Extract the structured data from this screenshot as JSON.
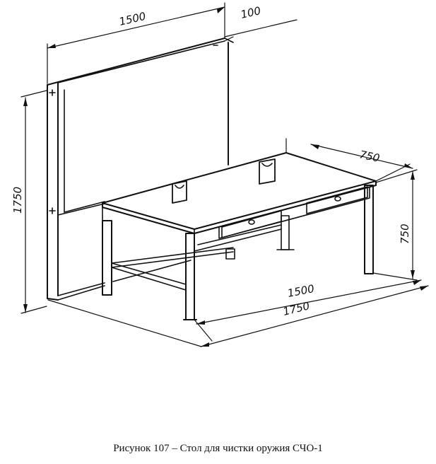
{
  "dimensions": {
    "panel_width": "1500",
    "panel_depth": "100",
    "panel_height": "1750",
    "table_depth": "750",
    "table_height": "750",
    "table_width": "1500",
    "overall_width": "1750"
  },
  "caption": "Рисунок 107 – Стол для чистки оружия СЧО-1"
}
